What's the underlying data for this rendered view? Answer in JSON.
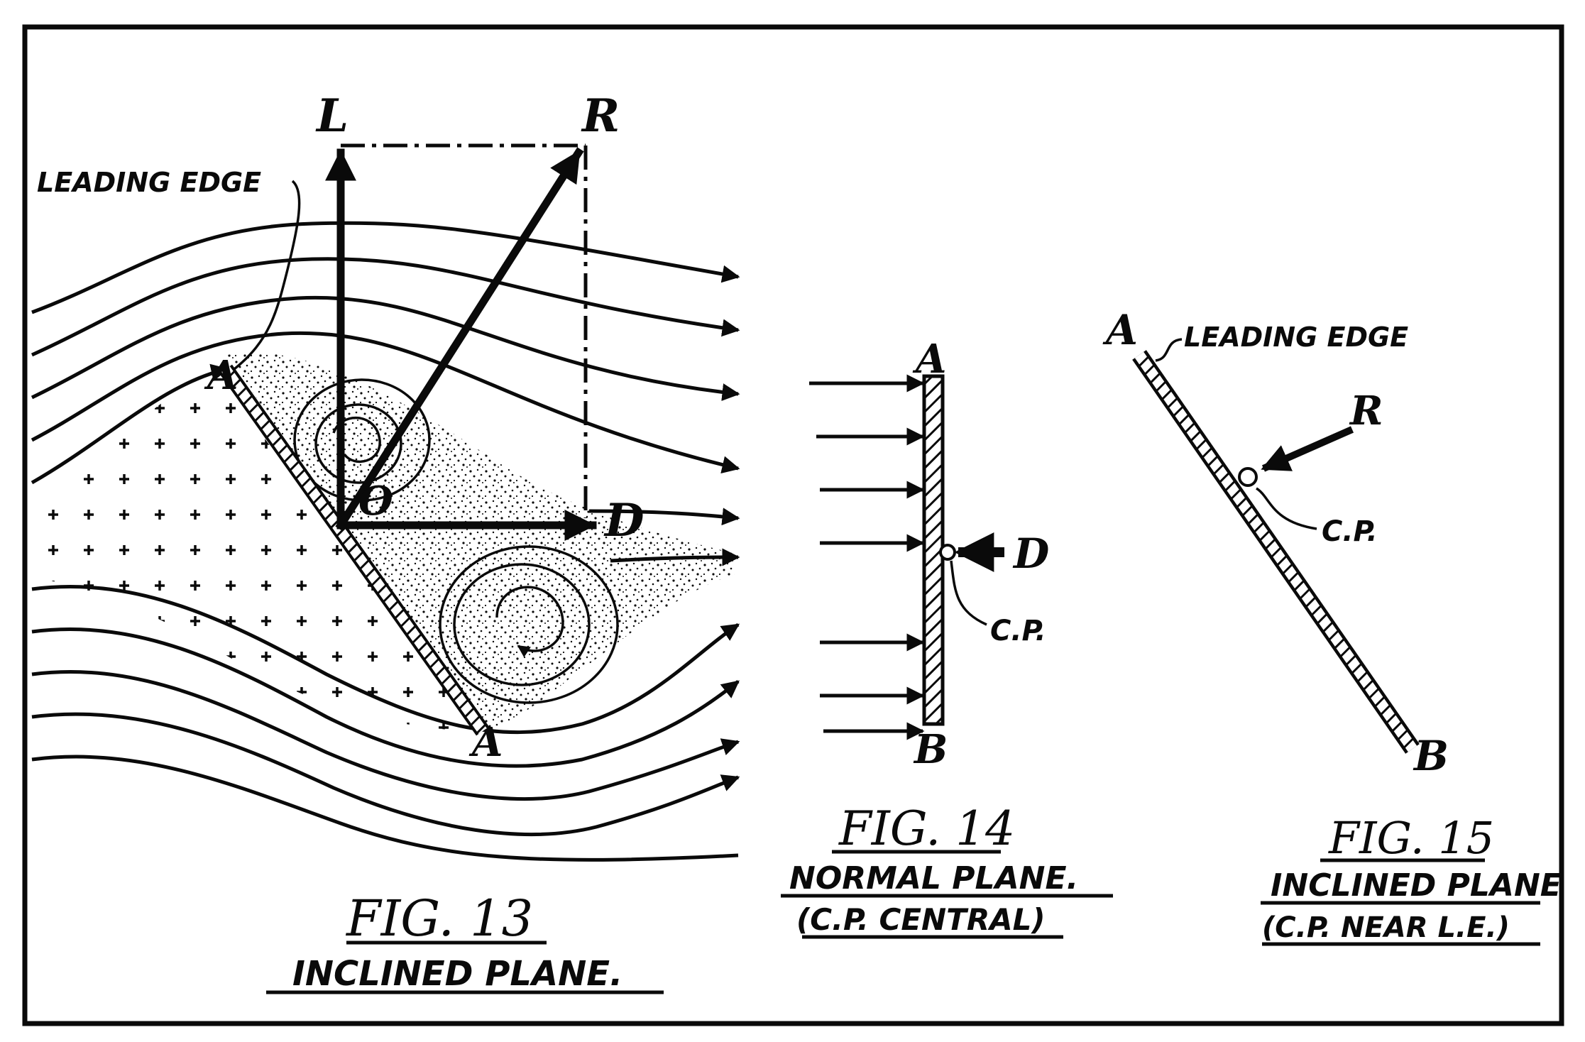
{
  "fig13": {
    "caption": "FIG. 13",
    "subtitle": "INCLINED PLANE.",
    "label_L": "L",
    "label_R": "R",
    "label_D": "D",
    "label_O": "O",
    "label_A_top": "A",
    "label_A_bottom": "A",
    "leading_edge": "LEADING EDGE"
  },
  "fig14": {
    "caption": "FIG. 14",
    "subtitle": "NORMAL PLANE.",
    "note": "(C.P. CENTRAL)",
    "label_A": "A",
    "label_B": "B",
    "label_D": "D",
    "label_cp": "C.P."
  },
  "fig15": {
    "caption": "FIG. 15",
    "subtitle": "INCLINED PLANE",
    "note": "(C.P. NEAR L.E.)",
    "label_A": "A",
    "label_B": "B",
    "label_R": "R",
    "label_cp": "C.P.",
    "leading_edge": "LEADING EDGE"
  },
  "colors": {
    "ink": "#0a0a0a",
    "paper": "#ffffff"
  }
}
